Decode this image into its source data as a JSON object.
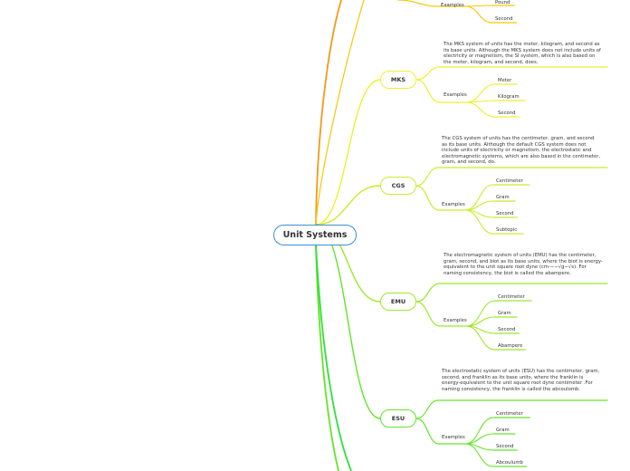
{
  "root": {
    "title": "Unit Systems"
  },
  "colors": {
    "root_border": "#3b8fd6",
    "fps": "#f6c700",
    "mks": "#f1ee2f",
    "cgs": "#c6ee2c",
    "emu": "#9ce82a",
    "esu": "#63e42a",
    "offscreen_top": "#f29a1a",
    "offscreen_bottom": "#2fe03a"
  },
  "systems": [
    {
      "key": "fps",
      "name": "",
      "description": "",
      "examples_label": "Examples",
      "examples": [
        "Pound",
        "Second"
      ]
    },
    {
      "key": "mks",
      "name": "MKS",
      "description": "The MKS system of units has the meter, kilogram, and second as its base units.  Although the MKS system does not include units of electricity or magnetism, the SI system, which is also based on the meter, kilogram, and second, does.",
      "examples_label": "Examples",
      "examples": [
        "Meter",
        "Kilogram",
        "Second"
      ]
    },
    {
      "key": "cgs",
      "name": "CGS",
      "description": "The CGS system of units has the centimeter, gram, and second as its base units.  Although the default CGS system does not include units of electricity or magnetism, the electrostatic and electromagnetic systems, which are also based in the centimeter, gram, and second, do.",
      "examples_label": "Examples",
      "examples": [
        "Centimeter",
        "Gram",
        "Second",
        "Subtopic"
      ]
    },
    {
      "key": "emu",
      "name": "EMU",
      "description": "The electromagnetic system of units (EMU) has the centimeter, gram, second, and biot as its base units, where the biot is energy-equivalent to the unit square root dyne (cm-−−√g−√s). For naming consistency, the biot is called the abampere.",
      "examples_label": "Examples",
      "examples": [
        "Centimeter",
        "Gram",
        "Second",
        "Abampere"
      ]
    },
    {
      "key": "esu",
      "name": "ESU",
      "description": "The electrostatic system of units (ESU) has the centimeter, gram, second, and franklin as its base units, where the franklin is energy-equivalent to the unit square root dyne centimeter .For naming consistency, the franklin is called the abcoulomb.",
      "examples_label": "Examples",
      "examples": [
        "Centimeter",
        "Gram",
        "Second",
        "Abcoulumb"
      ]
    }
  ]
}
